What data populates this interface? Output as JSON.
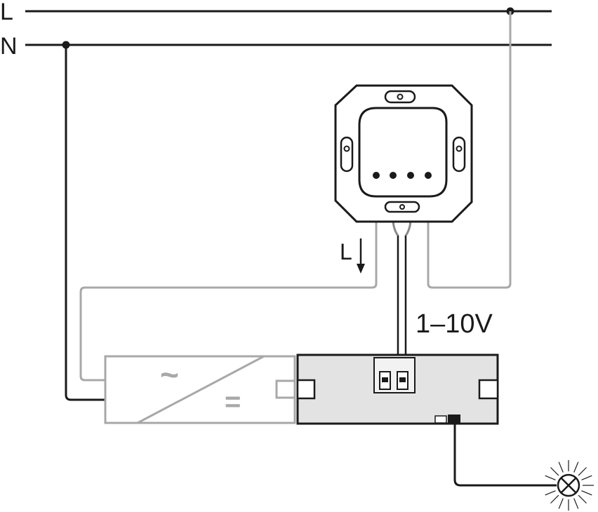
{
  "labels": {
    "line": "L",
    "neutral": "N",
    "switched_live": "L",
    "control_voltage": "1–10V"
  },
  "symbols": {
    "power_supply_ac": "~",
    "power_supply_dc": "=",
    "lamp_icon": "lamp-icon",
    "arrow_icon": "arrow-down-icon"
  },
  "colors": {
    "live_wire": "#1a1a1a",
    "grey_wire": "#a8a8a8",
    "control_unit_fill": "#e3e3e3"
  }
}
